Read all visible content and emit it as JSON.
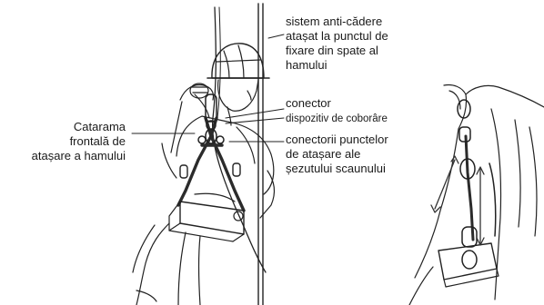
{
  "labels": {
    "anti_fall_system": [
      "sistem anti-cădere",
      "atașat la punctul de",
      "fixare din spate al",
      "hamului"
    ],
    "connector": "conector",
    "descent_device": "dispozitiv de coborâre",
    "seat_connectors": [
      "conectorii punctelor",
      "de atașare ale",
      "șezutului scaunului"
    ],
    "front_buckle": [
      "Catarama",
      "frontală de",
      "atașare a hamului"
    ]
  },
  "colors": {
    "line": "#222222",
    "harness": "#2b2b2b",
    "arrow": "#333333"
  }
}
